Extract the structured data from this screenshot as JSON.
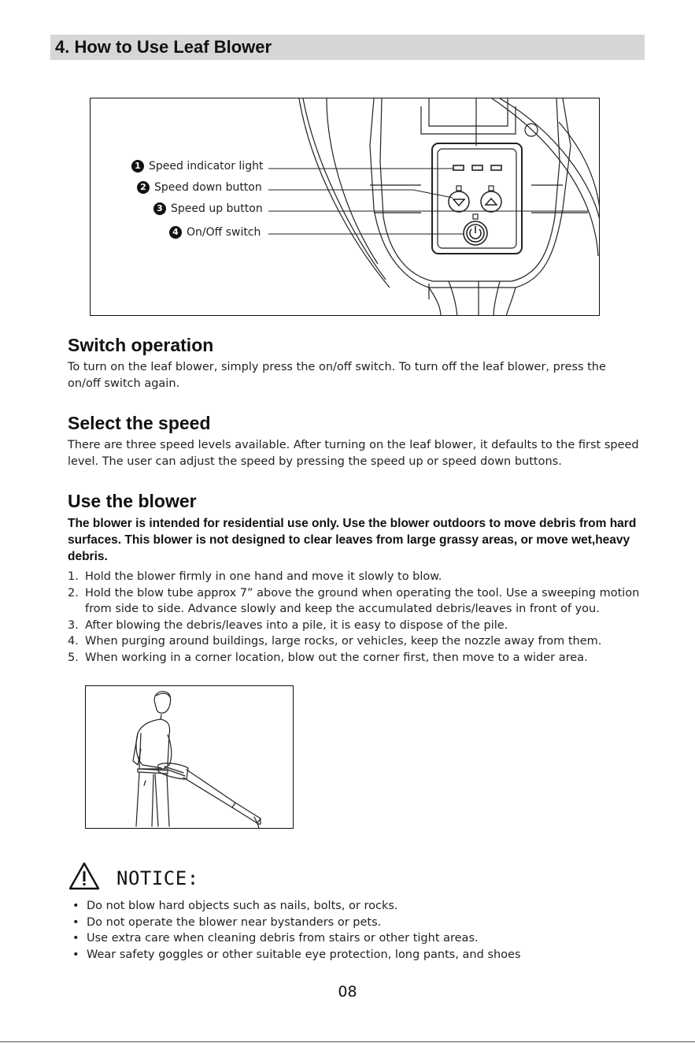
{
  "section": {
    "title": "4. How to Use Leaf Blower"
  },
  "diagram": {
    "callouts": [
      {
        "num": "1",
        "label": "Speed indicator light"
      },
      {
        "num": "2",
        "label": "Speed down button"
      },
      {
        "num": "3",
        "label": "Speed up button"
      },
      {
        "num": "4",
        "label": "On/Off switch"
      }
    ]
  },
  "switch_operation": {
    "heading": "Switch operation",
    "text": "To turn on the leaf blower, simply press the on/off switch. To turn off the leaf blower, press the on/off switch again."
  },
  "select_speed": {
    "heading": "Select the speed",
    "text": "There are three speed levels available. After turning on the leaf blower, it defaults to the first speed level. The user can adjust the speed by pressing the speed up or speed down buttons."
  },
  "use_blower": {
    "heading": "Use the blower",
    "intro": "The blower is intended for residential use only. Use the blower outdoors to move debris from hard surfaces. This blower is not designed to clear leaves from large grassy areas, or move wet,heavy debris.",
    "steps": [
      {
        "n": "1.",
        "text": "Hold the blower firmly in one hand and move it slowly to blow."
      },
      {
        "n": "2.",
        "text": "Hold the blow tube approx 7” above the ground when operating the tool. Use a sweeping motion from side to side. Advance slowly and keep the accumulated debris/leaves in front of you."
      },
      {
        "n": "3.",
        "text": "After blowing the debris/leaves into a pile, it is easy to dispose of the pile."
      },
      {
        "n": "4.",
        "text": "When purging around buildings, large rocks, or vehicles, keep the nozzle away from them."
      },
      {
        "n": "5.",
        "text": "When working in a corner location, blow out the corner first, then move to a wider area."
      }
    ]
  },
  "notice": {
    "title": "NOTICE:",
    "items": [
      "Do not blow hard objects such as nails, bolts, or rocks.",
      "Do not operate the blower near bystanders or pets.",
      "Use extra care when cleaning debris from stairs or other tight areas.",
      "Wear safety goggles or other suitable eye protection, long pants, and shoes"
    ]
  },
  "page_number": "08",
  "icons": [
    "warning-triangle-icon",
    "power-icon",
    "chevron-up-icon",
    "chevron-down-icon"
  ]
}
